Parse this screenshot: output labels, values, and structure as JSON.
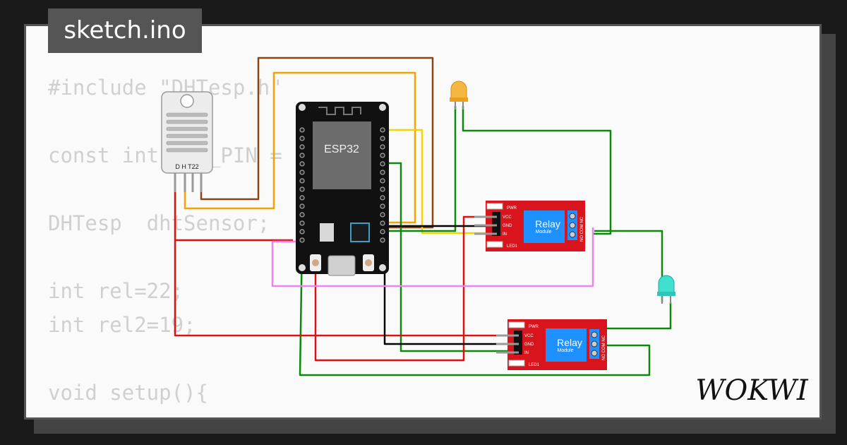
{
  "file_tab": {
    "label": "sketch.ino"
  },
  "code_lines": [
    "#include \"DHTesp.h\"",
    "",
    "const int DHT_PIN = 15;",
    "",
    "DHTesp  dhtSensor;",
    "",
    "int rel=22;",
    "int rel2=19;",
    "",
    "void setup(){"
  ],
  "components": {
    "sensor": {
      "label": "D H T22"
    },
    "mcu": {
      "label": "ESP32"
    },
    "relay1": {
      "title": "Relay",
      "subtitle": "Module",
      "pin_vcc": "VCC",
      "pin_gnd": "GND",
      "pin_in": "IN",
      "pwr": "PWR",
      "led": "LED1",
      "terminals": "NO COM NC"
    },
    "relay2": {
      "title": "Relay",
      "subtitle": "Module",
      "pin_vcc": "VCC",
      "pin_gnd": "GND",
      "pin_in": "IN",
      "pwr": "PWR",
      "led": "LED1",
      "terminals": "NO COM NC"
    }
  },
  "colors": {
    "background": "#1a1a1a",
    "card": "#fafafa",
    "code_text": "#d0d0d0",
    "wire_brown": "#8b4513",
    "wire_orange": "#f5a300",
    "wire_yellow": "#f2d600",
    "wire_green": "#0a8a0a",
    "wire_red": "#e01010",
    "wire_black": "#000000",
    "wire_pink": "#ee82ee",
    "relay_board": "#d8141c",
    "relay_body": "#1e90ff",
    "led_amber": "#f5b642",
    "led_cyan": "#40e0d0"
  },
  "brand": {
    "logo": "WOKWI"
  }
}
